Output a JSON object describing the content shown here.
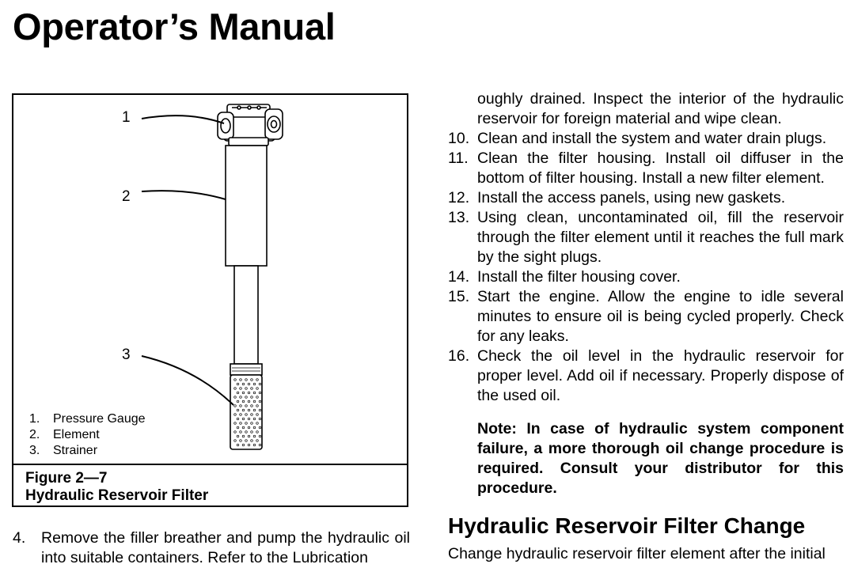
{
  "header": {
    "title": "Operator’s Manual"
  },
  "figure": {
    "callouts": [
      "1",
      "2",
      "3"
    ],
    "legend": [
      {
        "num": "1.",
        "label": "Pressure Gauge"
      },
      {
        "num": "2.",
        "label": "Element"
      },
      {
        "num": "3.",
        "label": "Strainer"
      }
    ],
    "caption_number": "Figure 2—7",
    "caption_title": "Hydraulic Reservoir Filter"
  },
  "left_column": {
    "step4_number": "4.",
    "step4_text": "Remove the filler breather and pump the hydraulic oil into suitable containers. Refer to the Lubrication"
  },
  "right_column": {
    "continuation": "oughly drained.  Inspect the interior of the hydraulic reservoir for foreign material and wipe clean.",
    "steps": [
      {
        "num": "10.",
        "text": "Clean and install the system and water drain plugs."
      },
      {
        "num": "11.",
        "text": "Clean the filter housing.  Install oil diffuser in the bottom of filter housing.  Install a new filter element."
      },
      {
        "num": "12.",
        "text": "Install the access panels, using new gaskets."
      },
      {
        "num": "13.",
        "text": "Using clean, uncontaminated oil, fill the reservoir through the filter element until it reaches the full mark by the sight plugs."
      },
      {
        "num": "14.",
        "text": "Install the filter housing cover."
      },
      {
        "num": "15.",
        "text": "Start the engine.  Allow the engine to idle several minutes to ensure oil is being cycled properly. Check for any leaks."
      },
      {
        "num": "16.",
        "text": "Check the oil level in the hydraulic reservoir for proper level.  Add oil if necessary.  Properly dispose of the used oil."
      }
    ],
    "note": "Note:  In case of hydraulic system component failure, a more thorough oil change procedure is required.  Consult your distributor for this procedure.",
    "section_title": "Hydraulic Reservoir Filter Change",
    "section_text": "Change hydraulic reservoir filter element after the initial"
  }
}
